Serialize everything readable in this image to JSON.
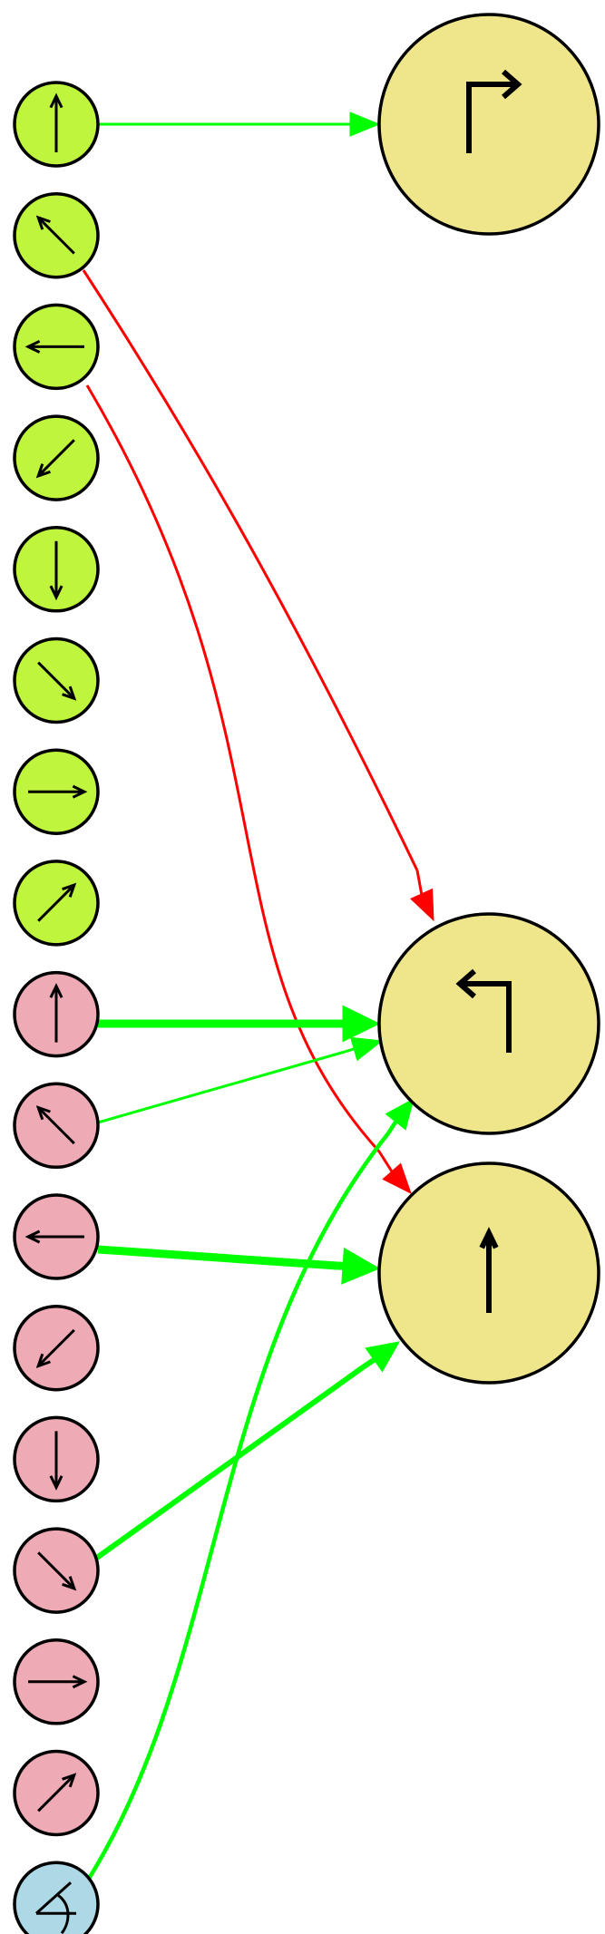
{
  "colors": {
    "direction_input": "#bff53d",
    "turn_input": "#eeaab5",
    "angle_input": "#add8e6",
    "output": "#efe68c",
    "excitatory": "#00ff00",
    "inhibitory": "#ff0000",
    "outline": "#000000"
  },
  "nodes": [
    {
      "id": "in-n",
      "group": "direction_input",
      "icon": "arrow-up-icon"
    },
    {
      "id": "in-nw",
      "group": "direction_input",
      "icon": "arrow-up-left-icon"
    },
    {
      "id": "in-w",
      "group": "direction_input",
      "icon": "arrow-left-icon"
    },
    {
      "id": "in-sw",
      "group": "direction_input",
      "icon": "arrow-down-left-icon"
    },
    {
      "id": "in-s",
      "group": "direction_input",
      "icon": "arrow-down-icon"
    },
    {
      "id": "in-se",
      "group": "direction_input",
      "icon": "arrow-down-right-icon"
    },
    {
      "id": "in-e",
      "group": "direction_input",
      "icon": "arrow-right-icon"
    },
    {
      "id": "in-ne",
      "group": "direction_input",
      "icon": "arrow-up-right-icon"
    },
    {
      "id": "turn-n",
      "group": "turn_input",
      "icon": "arrow-up-icon"
    },
    {
      "id": "turn-nw",
      "group": "turn_input",
      "icon": "arrow-up-left-icon"
    },
    {
      "id": "turn-w",
      "group": "turn_input",
      "icon": "arrow-left-icon"
    },
    {
      "id": "turn-sw",
      "group": "turn_input",
      "icon": "arrow-down-left-icon"
    },
    {
      "id": "turn-s",
      "group": "turn_input",
      "icon": "arrow-down-icon"
    },
    {
      "id": "turn-se",
      "group": "turn_input",
      "icon": "arrow-down-right-icon"
    },
    {
      "id": "turn-e",
      "group": "turn_input",
      "icon": "arrow-right-icon"
    },
    {
      "id": "turn-ne",
      "group": "turn_input",
      "icon": "arrow-up-right-icon"
    },
    {
      "id": "angle",
      "group": "angle_input",
      "icon": "angle-icon"
    },
    {
      "id": "out-turn-right",
      "group": "output",
      "icon": "turn-right-icon"
    },
    {
      "id": "out-turn-left",
      "group": "output",
      "icon": "turn-left-icon"
    },
    {
      "id": "out-forward",
      "group": "output",
      "icon": "arrow-up-icon"
    }
  ],
  "edges": [
    {
      "from": "in-n",
      "to": "out-turn-right",
      "type": "excitatory",
      "weight": 1
    },
    {
      "from": "in-nw",
      "to": "out-turn-left",
      "type": "inhibitory",
      "weight": 1
    },
    {
      "from": "in-w",
      "to": "out-forward",
      "type": "inhibitory",
      "weight": 1
    },
    {
      "from": "turn-n",
      "to": "out-turn-left",
      "type": "excitatory",
      "weight": 3
    },
    {
      "from": "turn-nw",
      "to": "out-turn-left",
      "type": "excitatory",
      "weight": 1
    },
    {
      "from": "turn-w",
      "to": "out-forward",
      "type": "excitatory",
      "weight": 3
    },
    {
      "from": "turn-se",
      "to": "out-forward",
      "type": "excitatory",
      "weight": 2
    },
    {
      "from": "angle",
      "to": "out-turn-left",
      "type": "excitatory",
      "weight": 1.5
    }
  ]
}
